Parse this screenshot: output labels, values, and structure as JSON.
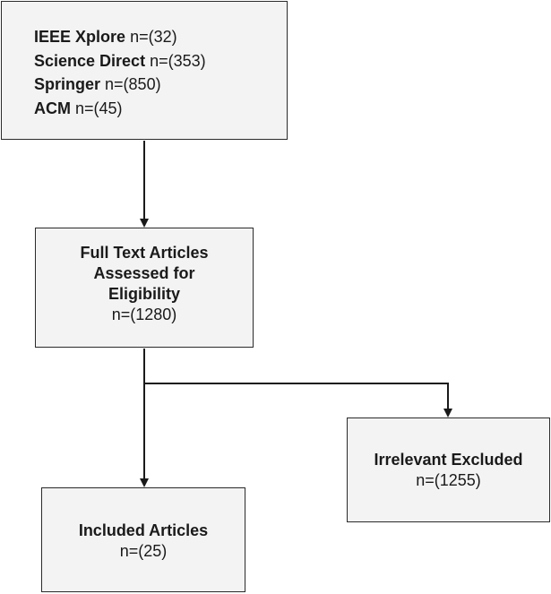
{
  "sources": [
    {
      "name": "IEEE Xplore",
      "count": "n=(32)"
    },
    {
      "name": "Science Direct",
      "count": "n=(353)"
    },
    {
      "name": "Springer",
      "count": "n=(850)"
    },
    {
      "name": "ACM",
      "count": "n=(45)"
    }
  ],
  "assessed": {
    "line1": "Full Text Articles",
    "line2": "Assessed for",
    "line3": "Eligibility",
    "count": "n=(1280)"
  },
  "excluded": {
    "title": "Irrelevant Excluded",
    "count": "n=(1255)"
  },
  "included": {
    "title": "Included Articles",
    "count": "n=(25)"
  }
}
